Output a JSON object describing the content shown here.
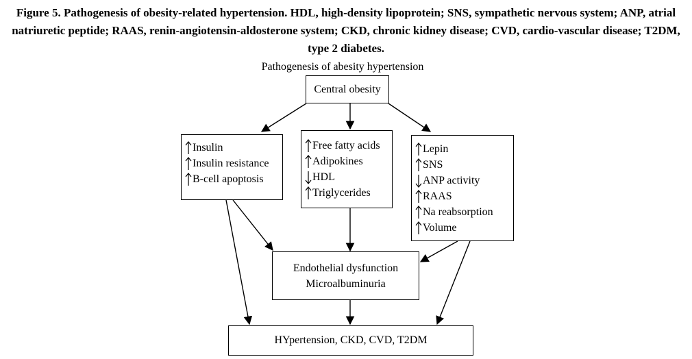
{
  "caption": "Figure 5. Pathogenesis of obesity-related hypertension. HDL, high-density lipoprotein; SNS, sympathetic nervous system; ANP, atrial natriuretic peptide; RAAS, renin-angiotensin-aldosterone system; CKD, chronic kidney disease; CVD, cardio-vascular disease; T2DM, type 2 diabetes.",
  "diagram_title": "Pathogenesis of abesity hypertension",
  "nodes": {
    "central": "Central obesity",
    "left": {
      "items": [
        {
          "dir": "up",
          "text": "Insulin"
        },
        {
          "dir": "up",
          "text": "Insulin resistance"
        },
        {
          "dir": "up",
          "text": "B-cell apoptosis"
        }
      ]
    },
    "middle": {
      "items": [
        {
          "dir": "up",
          "text": "Free fatty acids"
        },
        {
          "dir": "up",
          "text": "Adipokines"
        },
        {
          "dir": "down",
          "text": "HDL"
        },
        {
          "dir": "up",
          "text": "Triglycerides"
        }
      ]
    },
    "right": {
      "items": [
        {
          "dir": "up",
          "text": "Lepin"
        },
        {
          "dir": "up",
          "text": "SNS"
        },
        {
          "dir": "down",
          "text": "ANP activity"
        },
        {
          "dir": "up",
          "text": "RAAS"
        },
        {
          "dir": "up",
          "text": "Na reabsorption"
        },
        {
          "dir": "up",
          "text": "Volume"
        }
      ]
    },
    "endothelial": {
      "line1": "Endothelial dysfunction",
      "line2": "Microalbuminuria"
    },
    "outcome": "HYpertension, CKD, CVD, T2DM"
  }
}
